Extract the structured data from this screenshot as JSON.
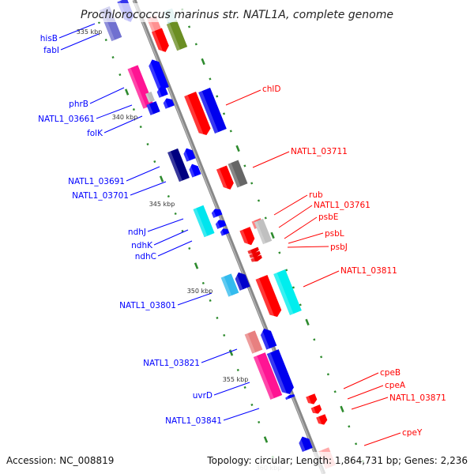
{
  "title": "Prochlorococcus marinus str. NATL1A, complete genome",
  "footer": {
    "accession": "Accession: NC_008819",
    "summary": "Topology: circular; Length: 1,864,731 bp; Genes: 2,236"
  },
  "ticks": [
    "335 kbp",
    "340 kbp",
    "345 kbp",
    "350 kbp",
    "355 kbp",
    "360 kbp"
  ],
  "colors": {
    "forward_label": "#ff0000",
    "reverse_label": "#0000ff",
    "backbone": "#888888",
    "tick": "#2e8b2e"
  },
  "left_labels": [
    "hisB",
    "fabI",
    "phrB",
    "NATL1_03661",
    "folK",
    "NATL1_03691",
    "NATL1_03701",
    "ndhJ",
    "ndhK",
    "ndhC",
    "NATL1_03801",
    "NATL1_03821",
    "uvrD",
    "NATL1_03841"
  ],
  "right_labels": [
    "chlD",
    "NATL1_03711",
    "rub",
    "NATL1_03761",
    "psbE",
    "psbL",
    "psbJ",
    "NATL1_03811",
    "cpeB",
    "cpeA",
    "NATL1_03871",
    "cpeY"
  ]
}
